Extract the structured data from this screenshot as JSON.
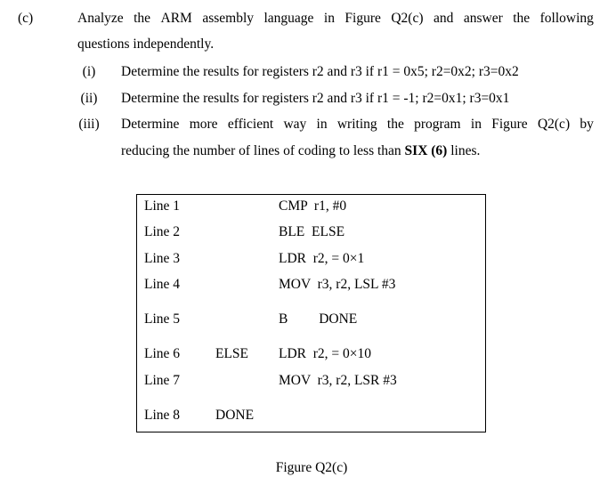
{
  "question": {
    "part_label": "(c)",
    "intro_line1_words": [
      "Analyze",
      "the",
      "ARM",
      "assembly",
      "language",
      "in",
      "Figure",
      "Q2(c)",
      "and",
      "answer",
      "the",
      "following"
    ],
    "intro_line2": "questions independently.",
    "sub_questions": [
      {
        "num": "(i)",
        "text": "Determine the results for registers r2 and r3 if r1 = 0x5; r2=0x2; r3=0x2"
      },
      {
        "num": "(ii)",
        "text": "Determine the results for registers r2 and r3 if r1 = -1; r2=0x1; r3=0x1"
      },
      {
        "num": "(iii)",
        "text_line1_words": [
          "Determine",
          "more",
          "efficient",
          "way",
          "in",
          "writing",
          "the",
          "program",
          "in",
          "Figure",
          "Q2(c)",
          "by"
        ],
        "text_line2_prefix": "reducing the number of lines of coding to less than ",
        "text_line2_bold": "SIX (6)",
        "text_line2_suffix": " lines."
      }
    ]
  },
  "code_table": {
    "rows": [
      {
        "line": "Line 1",
        "label": "",
        "instr": "CMP  r1, #0"
      },
      {
        "line": "Line 2",
        "label": "",
        "instr": "BLE  ELSE"
      },
      {
        "line": "Line 3",
        "label": "",
        "instr": "LDR  r2, = 0×1"
      },
      {
        "line": "Line 4",
        "label": "",
        "instr": "MOV  r3, r2, LSL #3"
      },
      {
        "line": "Line 5",
        "label": "",
        "instr": "B         DONE"
      },
      {
        "line": "Line 6",
        "label": "ELSE",
        "instr": "LDR  r2, = 0×10"
      },
      {
        "line": "Line 7",
        "label": "",
        "instr": "MOV  r3, r2, LSR #3"
      },
      {
        "line": "Line 8",
        "label": "DONE",
        "instr": ""
      }
    ]
  },
  "figure_caption": "Figure Q2(c)"
}
